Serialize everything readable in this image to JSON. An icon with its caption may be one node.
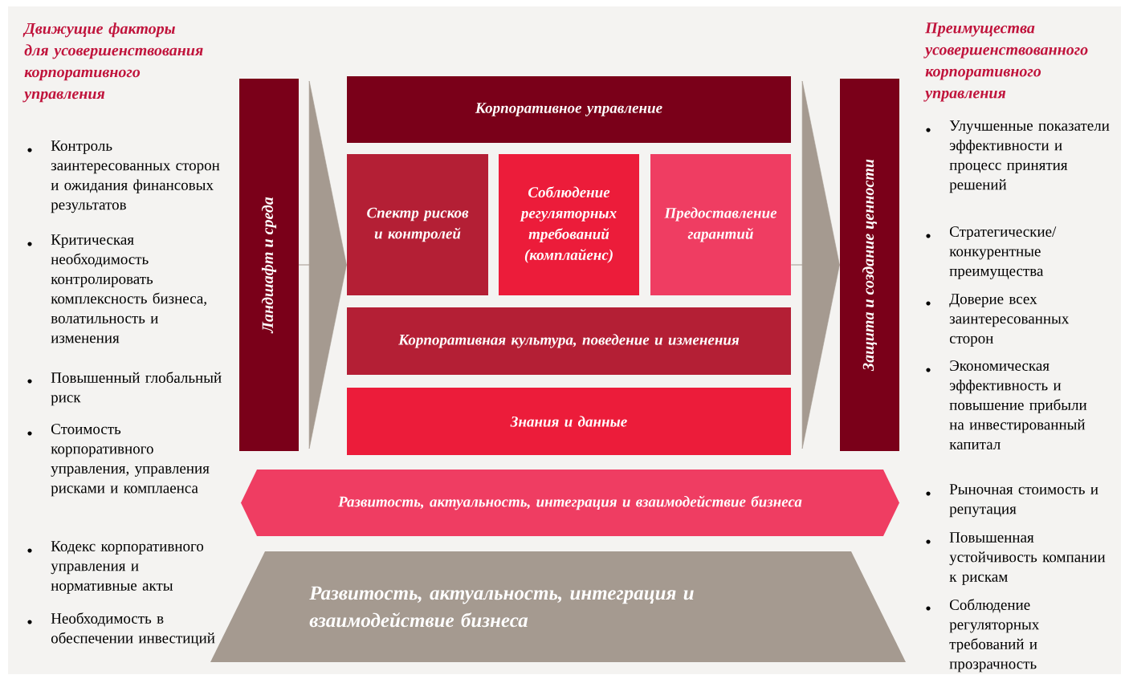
{
  "diagram": {
    "nodes": [
      {
        "text": [
          "Ландшафт и среда"
        ]
      },
      {
        "text": [
          "Корпоративное управление"
        ]
      },
      {
        "text": [
          "Спектр рисков и контролей"
        ]
      },
      {
        "text": [
          "Соблюдение регуляторных требований (комплайенс)"
        ]
      },
      {
        "text": [
          "Предоставление гарантий"
        ]
      },
      {
        "text": [
          "Корпоративная культура, поведение и изменения"
        ]
      },
      {
        "text": [
          "Знания и данные"
        ]
      },
      {
        "text": [
          "Защита и создание ценности"
        ]
      },
      {
        "text": [
          "Развитость, актуальность, интеграция и взаимодействие бизнеса"
        ]
      },
      {
        "text": [
          "Развитость, актуальность, интеграция и взаимодействие бизнеса"
        ]
      }
    ],
    "edges": [
      {
        "from": 0,
        "to": 2,
        "arrow": "to"
      },
      {
        "from": 4,
        "to": 7,
        "arrow": "to"
      }
    ],
    "labels": [
      "Движущие факторы для усовершенствования корпоративного управления",
      "Контроль заинтересованных сторон и ожидания финансовых результатов",
      "Критическая необходимость контролировать комплексность бизнеса, волатильность и изменения",
      "Повышенный глобальный риск",
      "Стоимость корпоративного управления, управления рисками и комплаенса",
      "Кодекс корпоративного управления и нормативные акты",
      "Необходимость в обеспечении инвестиций",
      "Преимущества усовершенствованного корпоративного управления",
      "Улучшенные показатели эффективности и процесс принятия решений",
      "Стратегические/ конкурентные преимущества",
      "Доверие всех заинтересованных сторон",
      "Экономическая эффективность и повышение прибыли на инвестированный капитал",
      "Рыночная стоимость и репутация",
      "Повышенная устойчивость компании к рискам",
      "Соблюдение регуляторных требований и прозрачность"
    ]
  }
}
